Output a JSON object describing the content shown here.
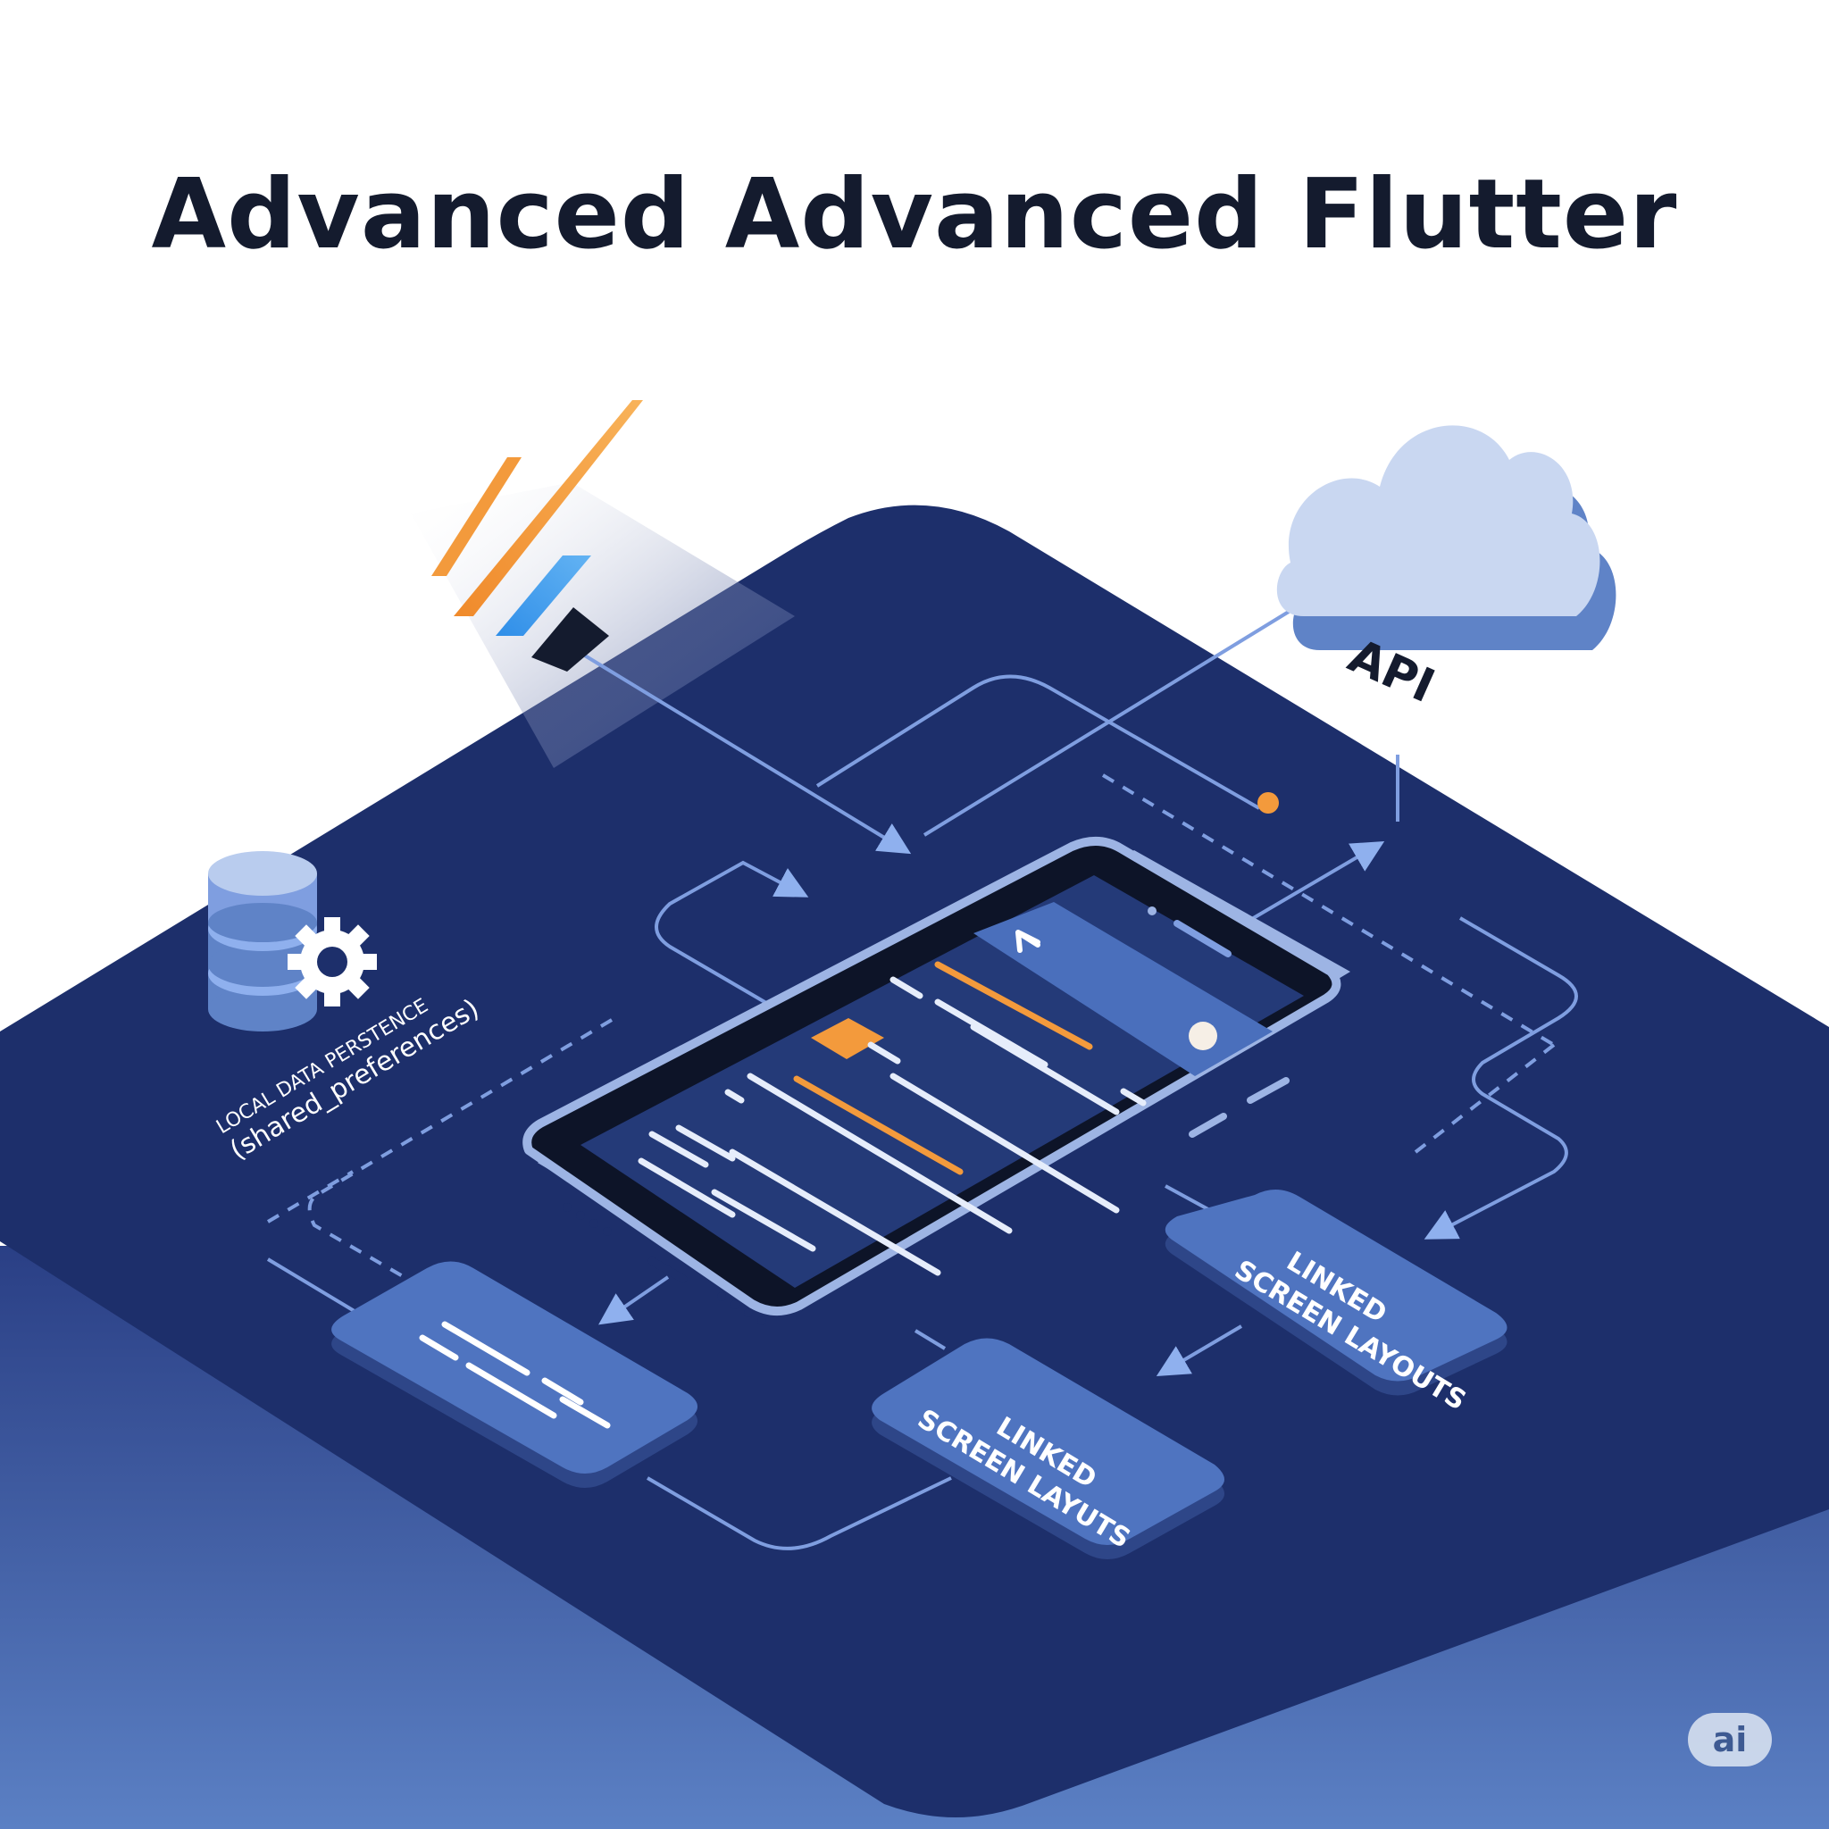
{
  "title": "Advanced Advanced Flutter",
  "labels": {
    "local_storage_line1": "LOCAL DATA PERSTENCE",
    "local_storage_line2": "(shared_preferences)",
    "api": "API",
    "card_right_line1": "LINKED",
    "card_right_line2": "SCREEN LAYOUTS",
    "card_bottom_line1": "LINKED",
    "card_bottom_line2": "SCREEN LAYUTS"
  },
  "badge": "ai",
  "colors": {
    "board": "#1d2f6b",
    "background_lower": "#5576bb",
    "line": "#7f9ee0",
    "accent_orange": "#f39a3c",
    "card": "#4f74c0",
    "cloud": "#c9d7f1",
    "title": "#141b2e"
  },
  "icons": [
    "flutter-logo-icon",
    "cloud-icon",
    "database-icon",
    "gear-icon",
    "smartphone-icon",
    "back-arrow-icon"
  ]
}
